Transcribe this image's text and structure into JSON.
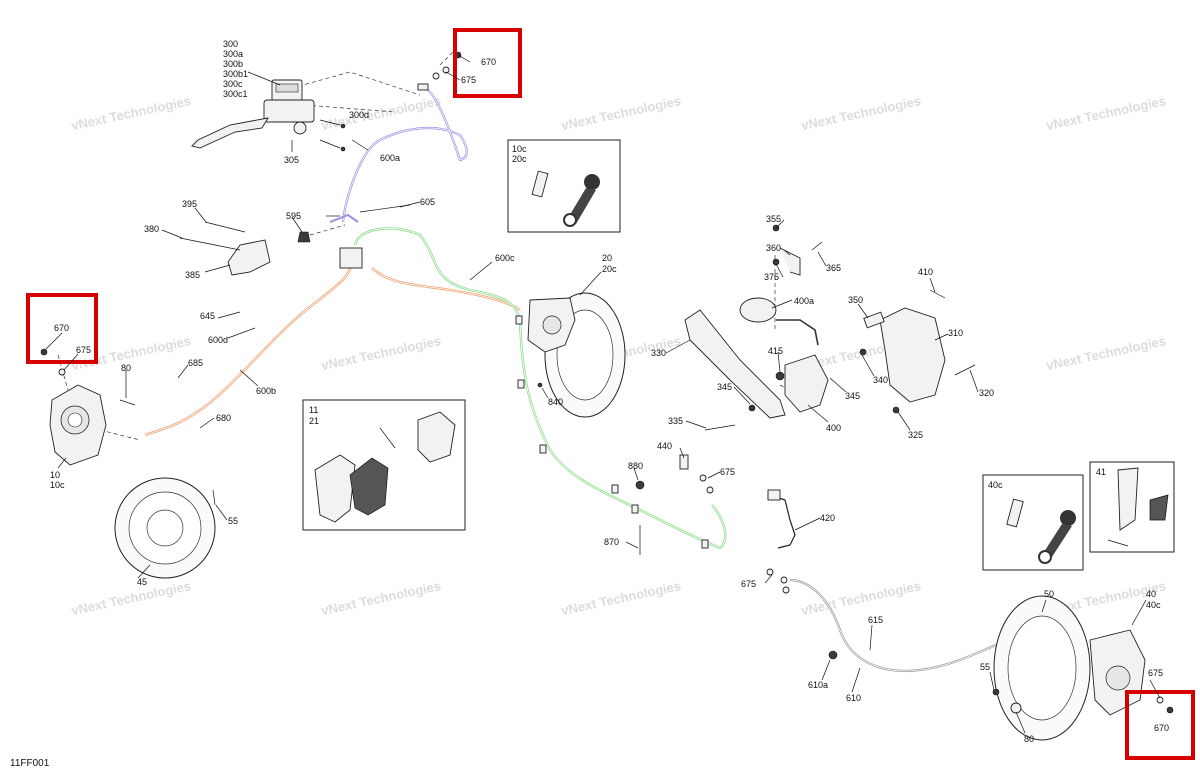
{
  "diagram": {
    "code": "11FF001",
    "watermark": [
      "vNext Technologies",
      "vNext",
      "Technologies"
    ],
    "labels": {
      "master": [
        "300",
        "300a",
        "300b",
        "300b1",
        "300c",
        "300c1"
      ],
      "l305": "305",
      "l300d": "300d",
      "l600a": "600a",
      "l670_top": "670",
      "l675_top": "675",
      "l595": "595",
      "l605": "605",
      "l395": "395",
      "l380": "380",
      "l385": "385",
      "l600c": "600c",
      "l20": "20",
      "l20c": "20c",
      "l670_left": "670",
      "l675_left": "675",
      "l645": "645",
      "l600d": "600d",
      "l685": "685",
      "l80_left": "80",
      "l600b": "600b",
      "l680": "680",
      "l10": "10",
      "l10c": "10c",
      "l55_left": "55",
      "l45": "45",
      "l840": "840",
      "l440": "440",
      "l880": "880",
      "l675_mid": "675",
      "l870": "870",
      "l420": "420",
      "l675_low": "675",
      "l615": "615",
      "l610a": "610a",
      "l610": "610",
      "l330": "330",
      "l345_a": "345",
      "l335": "335",
      "l400": "400",
      "l415": "415",
      "l345_b": "345",
      "l340": "340",
      "l355": "355",
      "l360": "360",
      "l365": "365",
      "l375": "375",
      "l400a": "400a",
      "l350": "350",
      "l410": "410",
      "l310": "310",
      "l320": "320",
      "l325": "325",
      "l50": "50",
      "l40": "40",
      "l40c": "40c",
      "l55_right": "55",
      "l80_right": "80",
      "l675_right": "675",
      "l670_right": "670"
    },
    "insets": {
      "bleed_top": {
        "line1": "10c",
        "line2": "20c"
      },
      "pads_left": {
        "line1": "11",
        "line2": "21"
      },
      "bleed_right": {
        "line1": "40c"
      },
      "pads_right": {
        "line1": "41"
      }
    },
    "colors": {
      "hose_front_left": "#f0a070",
      "hose_front_right": "#8fdc8f",
      "hose_master": "#9b8fe6",
      "highlight": "#d50000"
    }
  }
}
